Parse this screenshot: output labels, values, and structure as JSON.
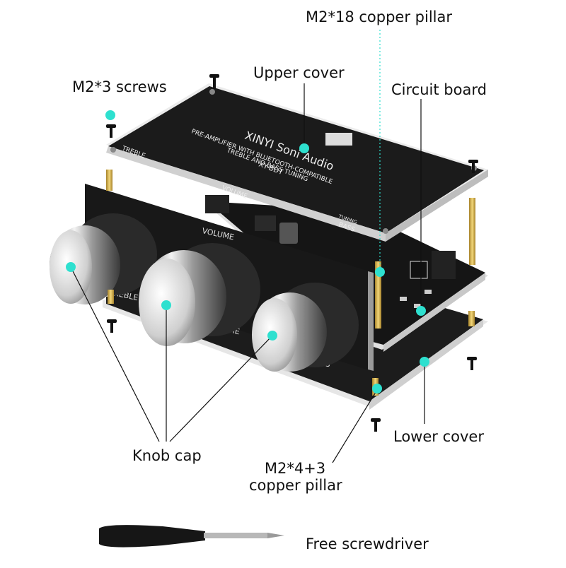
{
  "labels": {
    "top_pillar": "M2*18 copper pillar",
    "upper_cover": "Upper cover",
    "screws": "M2*3 screws",
    "circuit_board": "Circuit board",
    "lower_cover": "Lower cover",
    "knob_cap": "Knob cap",
    "small_pillar_line1": "M2*4+3",
    "small_pillar_line2": "copper pillar",
    "screwdriver": "Free screwdriver"
  },
  "panel_print": {
    "brand": "XINYI Soni Audio",
    "desc1": "PRE-AMPLIFIER WITH BLUETOOTH-COMPATIBLE",
    "desc2": "TREBLE  AND  BASS TUNING",
    "model": "XY-BDT",
    "treble": "TREBLE",
    "volume": "VOLUME",
    "bass": "BASS",
    "tuning": "TUNING",
    "front_volume": "VOLUME",
    "front_treble": "REBLE",
    "front_me": "ME",
    "front_bass": "ASS"
  },
  "colors": {
    "marker": "#2ee0cf",
    "panel": "#1b1b1b",
    "copper": "#d9b44a",
    "leader": "#111111"
  }
}
